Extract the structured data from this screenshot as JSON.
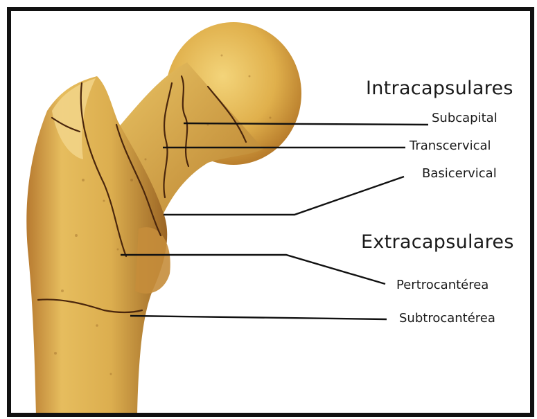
{
  "colors": {
    "bone_light": "#f0d27a",
    "bone_mid": "#d9a441",
    "bone_dark": "#9c5e1d",
    "fracture_line": "#4a260c",
    "leader_line": "#111111",
    "frame": "#111111",
    "text": "#1a1a1a"
  },
  "labels": {
    "intracapsular_title": "Intracapsulares",
    "subcapital": "Subcapital",
    "transcervical": "Transcervical",
    "basicervical": "Basicervical",
    "extracapsular_title": "Extracapsulares",
    "pertrocanterea": "Pertrocantérea",
    "subtrocanterea": "Subtrocantérea"
  },
  "image_subject": "proximal-femur-fracture-illustration"
}
